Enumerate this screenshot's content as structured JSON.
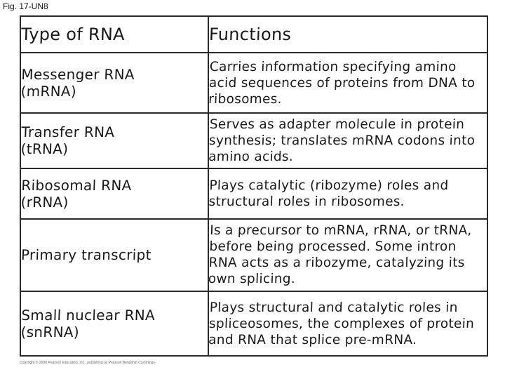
{
  "figure_label": "Fig. 17-UN8",
  "table": {
    "headers": {
      "type": "Type of RNA",
      "functions": "Functions"
    },
    "rows": [
      {
        "type_name": "Messenger RNA",
        "type_abbr": "(mRNA)",
        "function": "Carries information specifying amino acid sequences of proteins from DNA to ribosomes."
      },
      {
        "type_name": "Transfer RNA",
        "type_abbr": "(tRNA)",
        "function": "Serves as adapter molecule in protein synthesis; translates mRNA codons into amino acids."
      },
      {
        "type_name": "Ribosomal RNA",
        "type_abbr": "(rRNA)",
        "function": "Plays catalytic (ribozyme) roles and structural roles in ribosomes."
      },
      {
        "type_name": "Primary transcript",
        "type_abbr": "",
        "function": "Is a precursor to mRNA, rRNA, or tRNA, before being processed. Some intron RNA acts as a ribozyme, catalyzing its own splicing."
      },
      {
        "type_name": "Small nuclear RNA",
        "type_abbr": "(snRNA)",
        "function": "Plays structural and catalytic roles in spliceosomes, the complexes of protein and RNA that splice pre-mRNA."
      }
    ]
  },
  "copyright": "Copyright © 2008 Pearson Education, Inc., publishing as Pearson Benjamin Cummings."
}
